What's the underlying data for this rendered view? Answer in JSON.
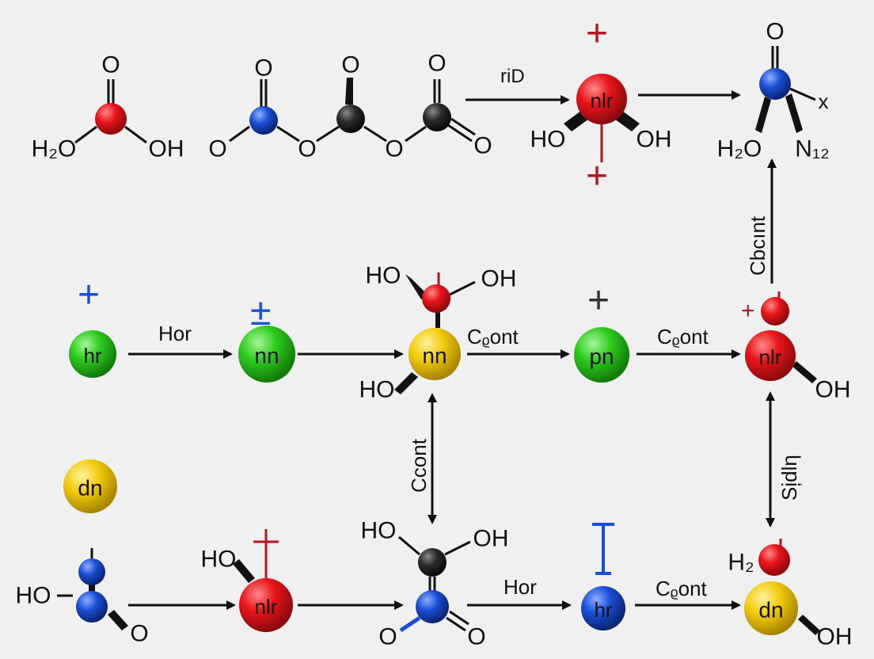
{
  "colors": {
    "background": "#f0f0f0",
    "red": "#e8141a",
    "blue": "#1b4fd8",
    "green": "#2ecc1f",
    "yellow": "#f2cc0c",
    "dark": "#2b2b2b",
    "charge_red": "#b3161c",
    "charge_blue": "#1b4fd8",
    "ink": "#111111"
  },
  "labels": {
    "top": {
      "m1_o": "O",
      "m1_h2o": "H₂O",
      "m1_oh": "OH",
      "m2_o1": "O",
      "m2_o2": "O",
      "m2_o3": "O",
      "m2_o4": "O",
      "m2_o5": "O",
      "m2_o6": "O",
      "m2_o7": "O",
      "arrow1": "riD",
      "m3_center": "nlr",
      "m3_ho": "HO",
      "m3_oh": "OH",
      "m3_plus_top": "+",
      "m3_plus_bottom": "+",
      "m4_o": "O",
      "m4_x": "x",
      "m4_h2o": "H₂O",
      "m4_n": "N₁₂"
    },
    "middle": {
      "plus1": "+",
      "atom1": "hr",
      "arrow1": "Hor",
      "plus2": "±",
      "atom2": "nn",
      "atom3": "nn",
      "m3_ho1": "HO",
      "m3_oh": "OH",
      "m3_ho2": "HO",
      "arrow3": "Cᵨont",
      "plus4": "+",
      "atom4": "pn",
      "arrow4": "Cᵨont",
      "atom5": "nlr",
      "plus5": "+",
      "m5_oh": "OH",
      "vertical_up": "Cbcınt"
    },
    "bottom": {
      "atom_dn": "dn",
      "b1_ho": "HO",
      "b1_o": "O",
      "b2_atom": "nlr",
      "b2_ho": "HO",
      "b3_ho": "HO",
      "b3_oh": "OH",
      "b3_o1": "O",
      "b3_o2": "O",
      "arrow_b2": "Hor",
      "b4_atom": "hr",
      "arrow_b3": "Cᵨont",
      "b5_atom": "dn",
      "b5_h2": "H₂",
      "b5_oh": "OH",
      "vertical_mid": "Ccont",
      "vertical_right": "Si̦dlη"
    }
  }
}
